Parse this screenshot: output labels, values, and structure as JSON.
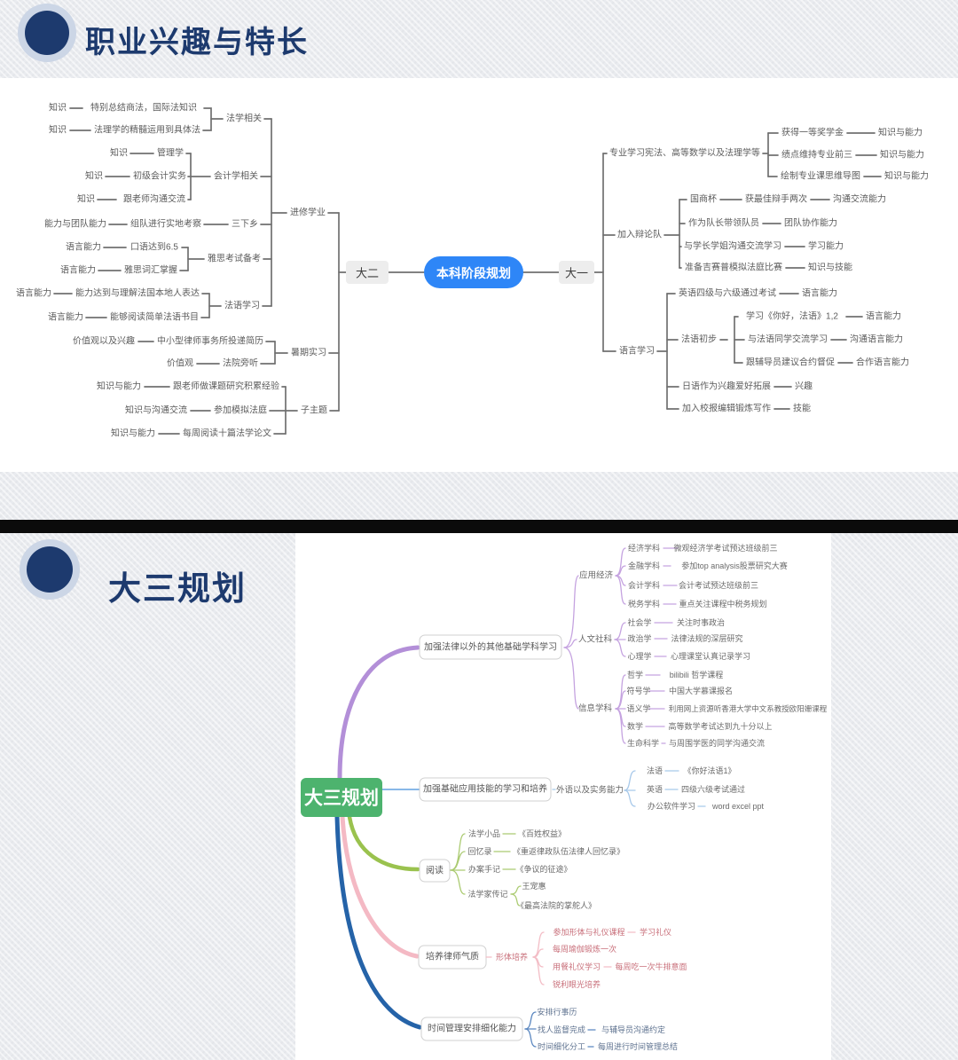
{
  "sections": [
    {
      "title": "职业兴趣与特长"
    },
    {
      "title": "大三规划"
    }
  ],
  "colors": {
    "header_text": "#1d3a6e",
    "divider": "#0b0b0b",
    "highlight_blue": "#4a79c8"
  },
  "map1": {
    "root": "本科阶段规划",
    "root_color": "#2e86f7",
    "left_node": "大二",
    "right_node": "大一",
    "left": {
      "parent": "进修学业",
      "law": {
        "label": "法学相关",
        "rows": [
          {
            "a": "知识",
            "t": "特别总结商法，国际法知识"
          },
          {
            "a": "知识",
            "t": "法理学的精髓运用到具体法"
          }
        ]
      },
      "accounting": {
        "label": "会计学相关",
        "rows": [
          {
            "a": "知识",
            "t": "管理学"
          },
          {
            "a": "知识",
            "t": "初级会计实务"
          },
          {
            "a": "知识",
            "t": "跟老师沟通交流"
          }
        ]
      },
      "countryside": {
        "label": "三下乡",
        "rows": [
          {
            "a": "能力与团队能力",
            "t": "组队进行实地考察"
          }
        ]
      },
      "ielts": {
        "label": "雅思考试备考",
        "rows": [
          {
            "a": "语言能力",
            "t": "口语达到6.5"
          },
          {
            "a": "语言能力",
            "t": "雅思词汇掌握"
          }
        ]
      },
      "french": {
        "label": "法语学习",
        "rows": [
          {
            "a": "语言能力",
            "t": "能力达到与理解法国本地人表达"
          },
          {
            "a": "语言能力",
            "t": "能够阅读简单法语书目"
          }
        ]
      },
      "internship": {
        "label": "暑期实习",
        "rows": [
          {
            "a": "价值观以及兴趣",
            "t": "中小型律师事务所投递简历"
          },
          {
            "a": "价值观",
            "t": "法院旁听"
          }
        ]
      },
      "subtopic": {
        "label": "子主题",
        "rows": [
          {
            "a": "知识与能力",
            "t": "跟老师做课题研究积累经验"
          },
          {
            "a": "知识与沟通交流",
            "t": "参加模拟法庭"
          },
          {
            "a": "知识与能力",
            "t": "每周阅读十篇法学论文"
          }
        ]
      }
    },
    "right": {
      "major": {
        "label": "专业学习宪法、高等数学以及法理学等",
        "rows": [
          {
            "t": "获得一等奖学金",
            "a": "知识与能力"
          },
          {
            "t": "绩点维持专业前三",
            "a": "知识与能力"
          },
          {
            "t": "绘制专业课思维导图",
            "a": "知识与能力"
          }
        ]
      },
      "debate": {
        "label": "加入辩论队",
        "highlight_color": "#4a79c8",
        "rows": [
          {
            "pre": "国商杯",
            "t": "获最佳辩手两次",
            "a": "沟通交流能力"
          },
          {
            "t": "作为队长带领队员",
            "a": "团队协作能力"
          },
          {
            "t": "与学长学姐沟通交流学习",
            "a": "学习能力"
          },
          {
            "t": "准备吉赛普模拟法庭比赛",
            "a": "知识与技能"
          }
        ]
      },
      "language": {
        "label": "语言学习",
        "english_row": {
          "t": "英语四级与六级通过考试",
          "a": "语言能力"
        },
        "french_basic": {
          "label": "法语初步",
          "rows": [
            {
              "t": "学习《你好，法语》1,2",
              "a": "语言能力"
            },
            {
              "t": "与法语同学交流学习",
              "a": "沟通语言能力"
            },
            {
              "t": "跟辅导员建议合约督促",
              "a": "合作语言能力"
            }
          ]
        },
        "japanese_row": {
          "t": "日语作为兴趣爱好拓展",
          "a": "兴趣"
        },
        "newspaper_row": {
          "t": "加入校报编辑锻炼写作",
          "a": "技能"
        }
      }
    }
  },
  "map2": {
    "root": "大三规划",
    "root_color": "#4db36e",
    "branches": [
      {
        "label": "加强法律以外的其他基础学科学习",
        "color": "#b38fd8",
        "groups": [
          {
            "label": "应用经济",
            "rows": [
              {
                "t": "经济学科",
                "d": "微观经济学考试预达班级前三"
              },
              {
                "t": "金融学科",
                "d": "参加top analysis股票研究大赛"
              },
              {
                "t": "会计学科",
                "d": "会计考试预达班级前三"
              },
              {
                "t": "税务学科",
                "d": "重点关注课程中税务规划"
              }
            ]
          },
          {
            "label": "人文社科",
            "rows": [
              {
                "t": "社会学",
                "d": "关注时事政治"
              },
              {
                "t": "政治学",
                "d": "法律法规的深层研究"
              },
              {
                "t": "心理学",
                "d": "心理课堂认真记录学习"
              }
            ]
          },
          {
            "label": "信息学科",
            "rows": [
              {
                "t": "哲学",
                "d": "bilibili 哲学课程"
              },
              {
                "t": "符号学",
                "d": "中国大学慕课报名"
              },
              {
                "t": "语义学",
                "d": "利用网上资源听香港大学中文系教授欧阳姗课程"
              },
              {
                "t": "数学",
                "d": "高等数学考试达到九十分以上"
              },
              {
                "t": "生命科学",
                "d": "与周围学医的同学沟通交流"
              }
            ]
          }
        ]
      },
      {
        "label": "加强基础应用技能的学习和培养",
        "color": "#88b8e8",
        "groups": [
          {
            "label": "外语以及实务能力",
            "rows": [
              {
                "t": "法语",
                "d": "《你好法语1》"
              },
              {
                "t": "英语",
                "d": "四级六级考试通过"
              },
              {
                "t": "办公软件学习",
                "d": "word excel  ppt"
              }
            ]
          }
        ]
      },
      {
        "label": "阅读",
        "color": "#9ac24e",
        "rows": [
          {
            "t": "法学小品",
            "d": "《百姓权益》"
          },
          {
            "t": "回忆录",
            "d": "《重返律政队伍法律人回忆录》"
          },
          {
            "t": "办案手记",
            "d": "《争议的征途》"
          },
          {
            "t": "法学家传记",
            "children": [
              "王宠惠",
              "《最高法院的掌舵人》"
            ]
          }
        ]
      },
      {
        "label": "培养律师气质",
        "color": "#f4b9c4",
        "groups": [
          {
            "label": "形体培养",
            "rows": [
              {
                "t": "参加形体与礼仪课程",
                "d": "学习礼仪"
              },
              {
                "t": "每周瑜伽锻炼一次"
              },
              {
                "t": "用餐礼仪学习",
                "d": "每周吃一次牛排意面"
              },
              {
                "t": "锐利眼光培养"
              }
            ]
          }
        ]
      },
      {
        "label": "时间管理安排细化能力",
        "color": "#2563a8",
        "rows": [
          {
            "t": "安排行事历"
          },
          {
            "t": "找人监督完成",
            "d": "与辅导员沟通约定"
          },
          {
            "t": "时间细化分工",
            "d": "每周进行时间管理总结"
          }
        ]
      }
    ]
  }
}
